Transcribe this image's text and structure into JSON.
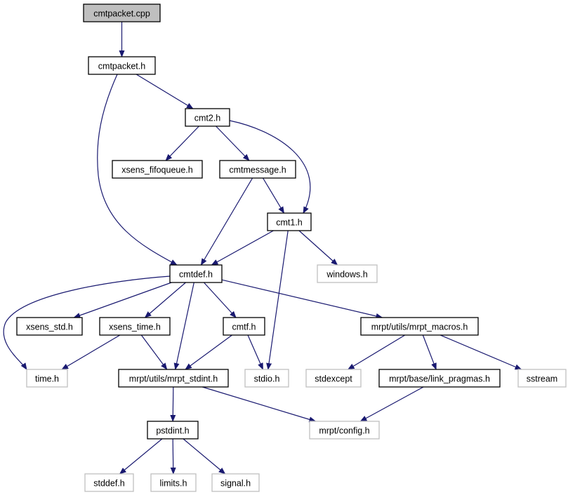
{
  "graph": {
    "edge_color": "#191970",
    "root_fill": "#bfbfbf",
    "external_border": "#bfbfbf",
    "nodes": [
      {
        "id": "cpp",
        "label": "cmtpacket.cpp",
        "kind": "root"
      },
      {
        "id": "packet",
        "label": "cmtpacket.h",
        "kind": "doc"
      },
      {
        "id": "cmt2",
        "label": "cmt2.h",
        "kind": "doc"
      },
      {
        "id": "fifo",
        "label": "xsens_fifoqueue.h",
        "kind": "doc"
      },
      {
        "id": "msg",
        "label": "cmtmessage.h",
        "kind": "doc"
      },
      {
        "id": "cmt1",
        "label": "cmt1.h",
        "kind": "doc"
      },
      {
        "id": "def",
        "label": "cmtdef.h",
        "kind": "doc"
      },
      {
        "id": "win",
        "label": "windows.h",
        "kind": "ext"
      },
      {
        "id": "xstd",
        "label": "xsens_std.h",
        "kind": "doc"
      },
      {
        "id": "xtime",
        "label": "xsens_time.h",
        "kind": "doc"
      },
      {
        "id": "cmtf",
        "label": "cmtf.h",
        "kind": "doc"
      },
      {
        "id": "macros",
        "label": "mrpt/utils/mrpt_macros.h",
        "kind": "doc"
      },
      {
        "id": "timeh",
        "label": "time.h",
        "kind": "ext"
      },
      {
        "id": "stdint",
        "label": "mrpt/utils/mrpt_stdint.h",
        "kind": "doc"
      },
      {
        "id": "stdio",
        "label": "stdio.h",
        "kind": "ext"
      },
      {
        "id": "stdexc",
        "label": "stdexcept",
        "kind": "ext"
      },
      {
        "id": "link",
        "label": "mrpt/base/link_pragmas.h",
        "kind": "doc"
      },
      {
        "id": "sstream",
        "label": "sstream",
        "kind": "ext"
      },
      {
        "id": "pstdint",
        "label": "pstdint.h",
        "kind": "doc"
      },
      {
        "id": "config",
        "label": "mrpt/config.h",
        "kind": "ext"
      },
      {
        "id": "stddef",
        "label": "stddef.h",
        "kind": "ext"
      },
      {
        "id": "limits",
        "label": "limits.h",
        "kind": "ext"
      },
      {
        "id": "signal",
        "label": "signal.h",
        "kind": "ext"
      }
    ],
    "edges": [
      [
        "cpp",
        "packet"
      ],
      [
        "packet",
        "cmt2"
      ],
      [
        "packet",
        "def"
      ],
      [
        "cmt2",
        "fifo"
      ],
      [
        "cmt2",
        "msg"
      ],
      [
        "cmt2",
        "cmt1"
      ],
      [
        "msg",
        "def"
      ],
      [
        "msg",
        "cmt1"
      ],
      [
        "cmt1",
        "def"
      ],
      [
        "cmt1",
        "win"
      ],
      [
        "cmt1",
        "stdio"
      ],
      [
        "def",
        "timeh"
      ],
      [
        "def",
        "xstd"
      ],
      [
        "def",
        "xtime"
      ],
      [
        "def",
        "stdint"
      ],
      [
        "def",
        "cmtf"
      ],
      [
        "def",
        "macros"
      ],
      [
        "xtime",
        "timeh"
      ],
      [
        "xtime",
        "stdint"
      ],
      [
        "cmtf",
        "stdint"
      ],
      [
        "cmtf",
        "stdio"
      ],
      [
        "macros",
        "stdexc"
      ],
      [
        "macros",
        "link"
      ],
      [
        "macros",
        "sstream"
      ],
      [
        "stdint",
        "pstdint"
      ],
      [
        "stdint",
        "config"
      ],
      [
        "link",
        "config"
      ],
      [
        "pstdint",
        "stddef"
      ],
      [
        "pstdint",
        "limits"
      ],
      [
        "pstdint",
        "signal"
      ]
    ]
  }
}
